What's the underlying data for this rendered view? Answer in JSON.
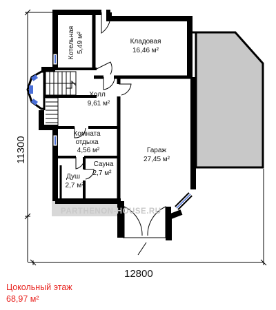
{
  "plan": {
    "width_dimension": "12800",
    "height_dimension": "11300",
    "watermark": "PARTHENON-HOUSE.RU"
  },
  "rooms": [
    {
      "name": "Кладовая",
      "area": "16,46 м²"
    },
    {
      "name": "Котельная",
      "area": "5,49 м²"
    },
    {
      "name": "Холл",
      "area": "9,61 м²"
    },
    {
      "name": "Комната отдыха",
      "area": "4,56 м²"
    },
    {
      "name": "Гараж",
      "area": "27,45 м²"
    },
    {
      "name": "Сауна",
      "area": "2,7 м²"
    },
    {
      "name": "Душ",
      "area": "2,7 м²"
    }
  ],
  "floor": {
    "title": "Цокольный этаж",
    "area": "68,97 м²"
  },
  "colors": {
    "wall": "#000000",
    "terrace": "#c8c8c8",
    "title": "#e8231f",
    "window": "#4a6fd8"
  }
}
